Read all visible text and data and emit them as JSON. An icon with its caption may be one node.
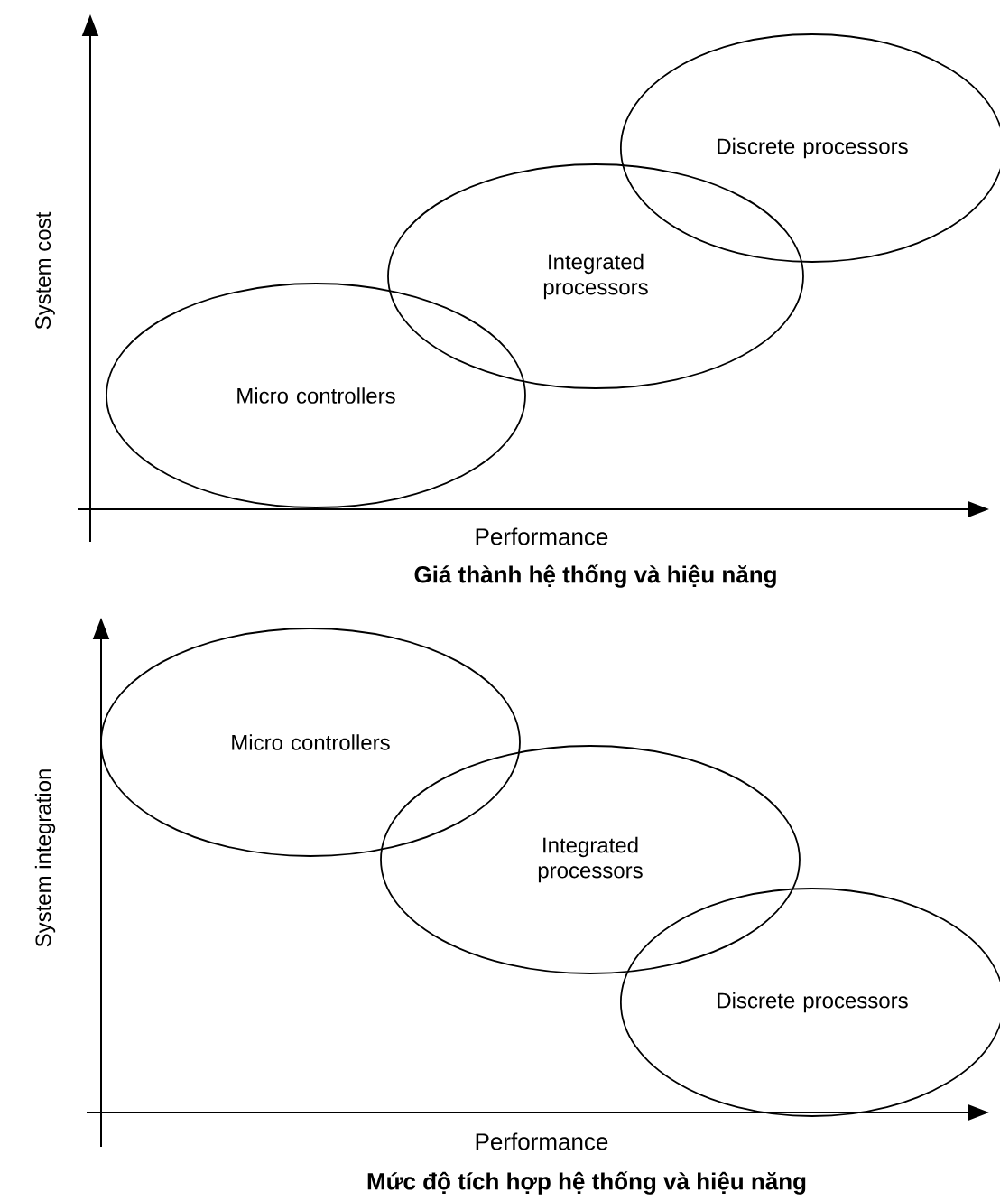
{
  "diagram": {
    "nodes": [
      {
        "text": [
          "Micro controllers"
        ]
      },
      {
        "text": [
          "Integrated processors"
        ]
      },
      {
        "text": [
          "Discrete processors"
        ]
      },
      {
        "text": [
          "Micro controllers"
        ]
      },
      {
        "text": [
          "Integrated processors"
        ]
      },
      {
        "text": [
          "Discrete processors"
        ]
      }
    ],
    "labels": [
      "System cost",
      "Performance",
      "Giá thành hệ thống và hiệu năng",
      "System integration",
      "Performance",
      "Mức độ tích hợp hệ thống và hiệu năng"
    ]
  }
}
